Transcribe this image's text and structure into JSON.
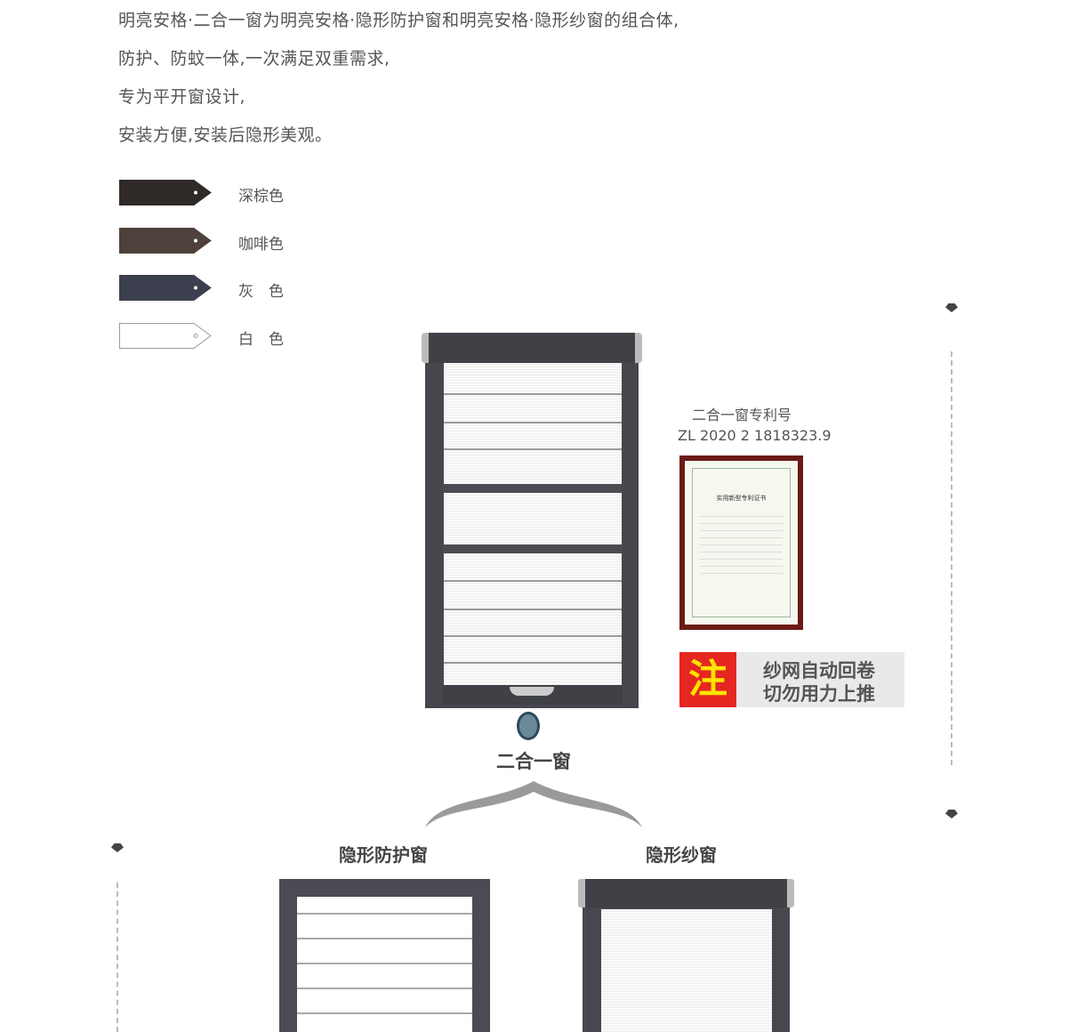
{
  "intro": {
    "lines": [
      "明亮安格·二合一窗为明亮安格·隐形防护窗和明亮安格·隐形纱窗的组合体,",
      "防护、防蚊一体,一次满足双重需求,",
      "专为平开窗设计,",
      "安装方便,安装后隐形美观。"
    ]
  },
  "colors": [
    {
      "label": "深棕色",
      "hex": "#2f2a28"
    },
    {
      "label": "咖啡色",
      "hex": "#4e413b"
    },
    {
      "label": "灰　色",
      "hex": "#3c3f4d"
    },
    {
      "label": "白　色",
      "hex": "#ffffff"
    }
  ],
  "product": {
    "title": "二合一窗"
  },
  "patent": {
    "title": "二合一窗专利号",
    "number": "ZL 2020 2 1818323.9",
    "certificate_title": "实用新型专利证书"
  },
  "notice": {
    "badge": "注",
    "line1": "纱网自动回卷",
    "line2": "切勿用力上推"
  },
  "components": [
    {
      "title": "隐形防护窗"
    },
    {
      "title": "隐形纱窗"
    }
  ]
}
